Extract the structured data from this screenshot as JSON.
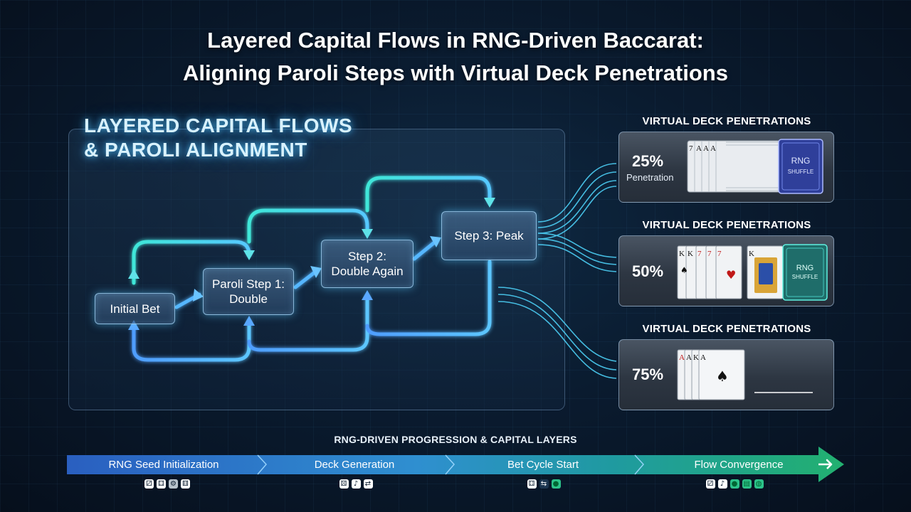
{
  "title": {
    "line1": "Layered Capital Flows in RNG-Driven Baccarat:",
    "line2": "Aligning Paroli Steps with Virtual Deck Penetrations"
  },
  "panel": {
    "title_line1": "LAYERED CAPITAL FLOWS",
    "title_line2": "& PAROLI ALIGNMENT"
  },
  "steps": [
    {
      "line1": "Initial Bet",
      "line2": ""
    },
    {
      "line1": "Paroli Step 1:",
      "line2": "Double"
    },
    {
      "line1": "Step 2:",
      "line2": "Double Again"
    },
    {
      "line1": "Step 3: Peak",
      "line2": ""
    }
  ],
  "penetrations": [
    {
      "label": "VIRTUAL DECK PENETRATIONS",
      "percent": "25%",
      "sub": "Penetration",
      "deck_text_1": "RNG",
      "deck_text_2": "SHUFFLE",
      "deck_color": "#2f3f9a"
    },
    {
      "label": "VIRTUAL DECK PENETRATIONS",
      "percent": "50%",
      "sub": "",
      "deck_text_1": "RNG",
      "deck_text_2": "SHUFFLE",
      "deck_color": "#1f6d6a"
    },
    {
      "label": "VIRTUAL DECK PENETRATIONS",
      "percent": "75%",
      "sub": "",
      "deck_text_1": "",
      "deck_text_2": "",
      "deck_color": ""
    }
  ],
  "progression": {
    "title": "RNG-DRIVEN PROGRESSION & CAPITAL LAYERS",
    "stages": [
      {
        "label": "RNG Seed Initialization",
        "icons": [
          "dice-icon",
          "dice-icon",
          "gear-icon",
          "dice-icon"
        ]
      },
      {
        "label": "Deck Generation",
        "icons": [
          "dice-icon",
          "card-icon",
          "shuffle-icon"
        ]
      },
      {
        "label": "Bet Cycle Start",
        "icons": [
          "dice-icon",
          "arrows-icon",
          "chip-icon"
        ]
      },
      {
        "label": "Flow Convergence",
        "icons": [
          "dice-icon",
          "card-icon",
          "chip-icon",
          "chart-icon",
          "globe-icon"
        ]
      }
    ],
    "arrow_colors": [
      "#2a5fc0",
      "#2f7dc8",
      "#1f8f9a",
      "#1f9a70"
    ]
  },
  "colors": {
    "accent_cyan": "#3fe6d8",
    "accent_blue": "#3c8cff",
    "background": "#0a1b2f"
  }
}
